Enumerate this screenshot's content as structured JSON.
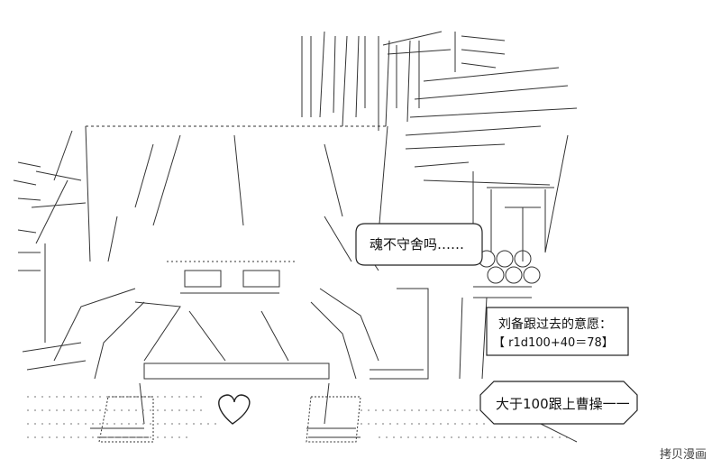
{
  "colors": {
    "ink": "#222222",
    "paper": "#ffffff"
  },
  "speech": {
    "soul": "魂不守舍吗……",
    "follow": "大于100跟上曹操一一"
  },
  "note": {
    "line1": "刘备跟过去的意愿：",
    "line2": "【 r1d100+40＝78】"
  },
  "watermark": "拷贝漫画"
}
